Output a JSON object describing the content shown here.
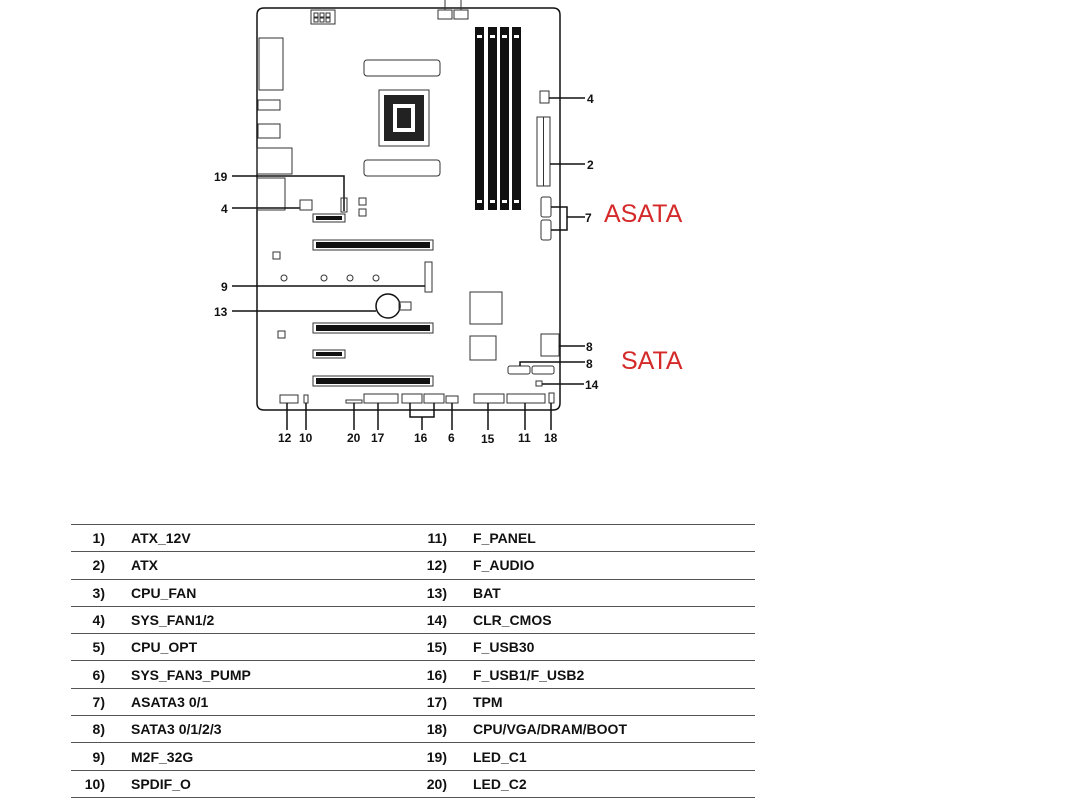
{
  "diagram": {
    "callout_numbers": [
      "4",
      "2",
      "7",
      "19",
      "4",
      "9",
      "13",
      "8",
      "8",
      "14",
      "12",
      "10",
      "20",
      "17",
      "16",
      "6",
      "15",
      "11",
      "18"
    ],
    "notes": {
      "asata": "ASATA",
      "sata": "SATA"
    }
  },
  "legend": {
    "rows": [
      {
        "n1": "1)",
        "l1": "ATX_12V",
        "n2": "11)",
        "l2": "F_PANEL"
      },
      {
        "n1": "2)",
        "l1": "ATX",
        "n2": "12)",
        "l2": "F_AUDIO"
      },
      {
        "n1": "3)",
        "l1": "CPU_FAN",
        "n2": "13)",
        "l2": "BAT"
      },
      {
        "n1": "4)",
        "l1": "SYS_FAN1/2",
        "n2": "14)",
        "l2": "CLR_CMOS"
      },
      {
        "n1": "5)",
        "l1": "CPU_OPT",
        "n2": "15)",
        "l2": "F_USB30"
      },
      {
        "n1": "6)",
        "l1": "SYS_FAN3_PUMP",
        "n2": "16)",
        "l2": "F_USB1/F_USB2"
      },
      {
        "n1": "7)",
        "l1": "ASATA3 0/1",
        "n2": "17)",
        "l2": "TPM"
      },
      {
        "n1": "8)",
        "l1": "SATA3 0/1/2/3",
        "n2": "18)",
        "l2": "CPU/VGA/DRAM/BOOT"
      },
      {
        "n1": "9)",
        "l1": "M2F_32G",
        "n2": "19)",
        "l2": "LED_C1"
      },
      {
        "n1": "10)",
        "l1": "SPDIF_O",
        "n2": "20)",
        "l2": "LED_C2"
      }
    ]
  }
}
